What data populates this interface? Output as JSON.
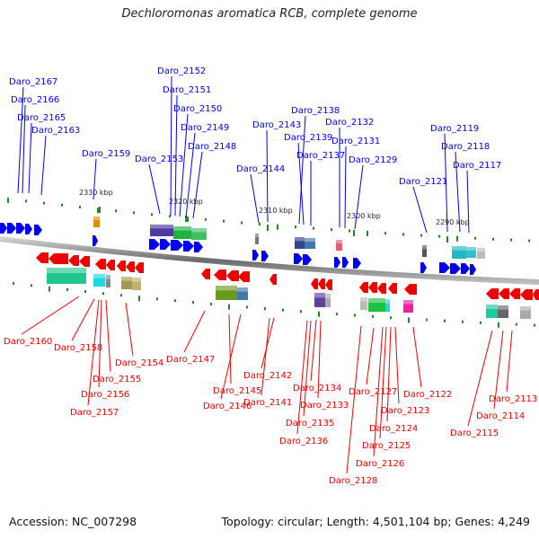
{
  "title": "Dechloromonas aromatica RCB, complete genome",
  "footer": {
    "accession": "Accession: NC_007298",
    "stats": "Topology: circular; Length: 4,501,104 bp; Genes: 4,249"
  },
  "colors": {
    "forward_strand": "#0000ee",
    "reverse_strand": "#ee0000",
    "backbone": "#888888",
    "tick": "#228822"
  },
  "kbp_markers": [
    "2330 kbp",
    "2320 kbp",
    "2310 kbp",
    "2300 kbp",
    "2290 kbp"
  ],
  "forward_genes": [
    "Daro_2167",
    "Daro_2166",
    "Daro_2165",
    "Daro_2163",
    "Daro_2159",
    "Daro_2152",
    "Daro_2151",
    "Daro_2150",
    "Daro_2149",
    "Daro_2148",
    "Daro_2153",
    "Daro_2143",
    "Daro_2144",
    "Daro_2138",
    "Daro_2139",
    "Daro_2137",
    "Daro_2132",
    "Daro_2131",
    "Daro_2129",
    "Daro_2119",
    "Daro_2118",
    "Daro_2117",
    "Daro_2121"
  ],
  "reverse_genes": [
    "Daro_2160",
    "Daro_2158",
    "Daro_2154",
    "Daro_2155",
    "Daro_2156",
    "Daro_2157",
    "Daro_2147",
    "Daro_2142",
    "Daro_2145",
    "Daro_2146",
    "Daro_2141",
    "Daro_2134",
    "Daro_2133",
    "Daro_2135",
    "Daro_2136",
    "Daro_2127",
    "Daro_2122",
    "Daro_2123",
    "Daro_2124",
    "Daro_2125",
    "Daro_2126",
    "Daro_2128",
    "Daro_2113",
    "Daro_2114",
    "Daro_2115"
  ]
}
